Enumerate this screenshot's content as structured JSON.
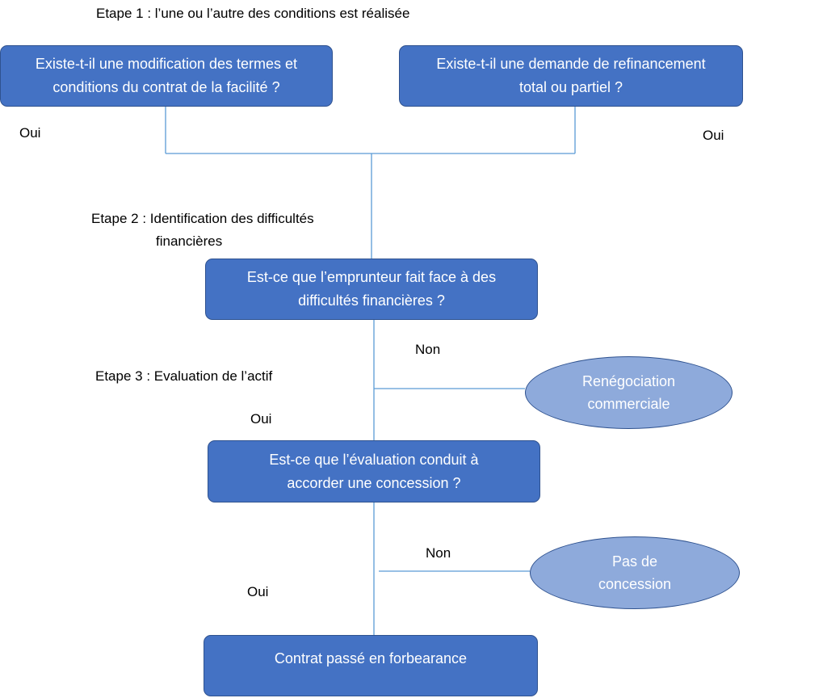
{
  "steps": {
    "step1": "Etape 1 : l’une ou l’autre des conditions est réalisée",
    "step2_line1": "Etape 2 : Identification des difficultés",
    "step2_line2": "financières",
    "step3": "Etape 3 : Evaluation de l’actif"
  },
  "boxes": {
    "modification": "Existe-t-il une modification des termes et conditions du contrat de la facilité ?",
    "refinancement": "Existe-t-il une demande de refinancement total ou partiel ?",
    "difficultes": "Est-ce que l’emprunteur fait face à des difficultés financières ?",
    "evaluation": "Est-ce que l’évaluation conduit à accorder une concession ?",
    "forbearance": "Contrat passé en forbearance"
  },
  "ovals": {
    "renegociation": "Renégociation commerciale",
    "pas_concession": "Pas de concession"
  },
  "answers": {
    "oui_left": "Oui",
    "oui_right": "Oui",
    "non_1": "Non",
    "oui_2": "Oui",
    "non_2": "Non",
    "oui_3": "Oui"
  },
  "colors": {
    "box_fill": "#4472c4",
    "oval_fill": "#8eaadb",
    "border": "#2f528f",
    "line": "#5b9bd5"
  }
}
